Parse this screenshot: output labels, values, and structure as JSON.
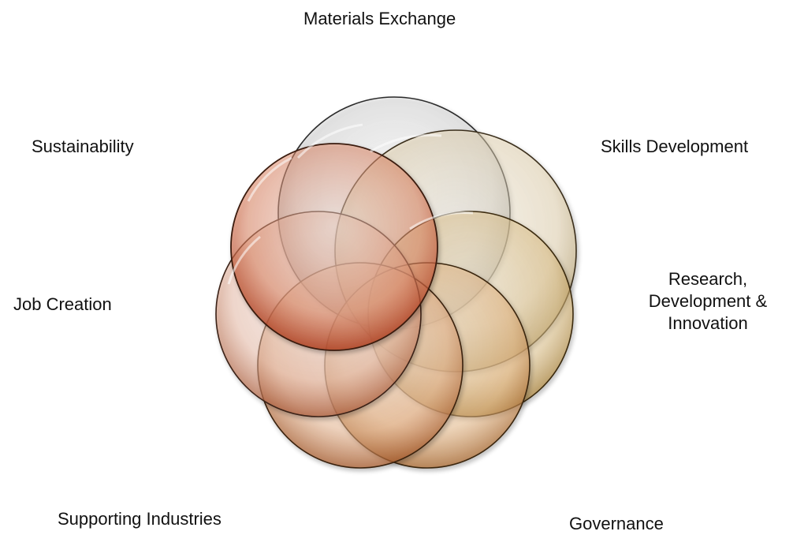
{
  "diagram": {
    "labels": {
      "materials_exchange": "Materials Exchange",
      "sustainability": "Sustainability",
      "skills_development": "Skills Development",
      "job_creation": "Job Creation",
      "rdi_line1": "Research,",
      "rdi_line2": "Development &",
      "rdi_line3": "Innovation",
      "supporting_industries": "Supporting Industries",
      "governance": "Governance"
    },
    "circle_colors": {
      "materials_exchange": "#bdbdbd",
      "skills_development": "#dcc79a",
      "research_development_innovation": "#d8b46c",
      "governance": "#e0a15a",
      "supporting_industries": "#e5a070",
      "job_creation": "#e8a084",
      "sustainability": "#d9623f"
    }
  }
}
